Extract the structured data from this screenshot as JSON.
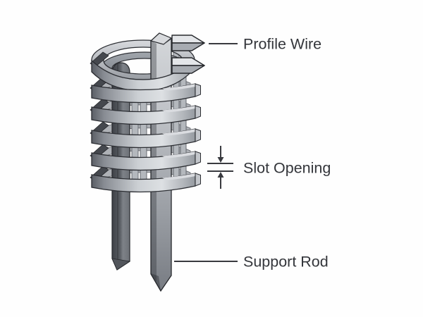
{
  "diagram": {
    "labels": {
      "profile_wire": "Profile Wire",
      "slot_opening": "Slot Opening",
      "support_rod": "Support Rod"
    },
    "style": {
      "label_text_color": "#34363b",
      "leader_line_color": "#393a3f",
      "metal_light": "#dde0e3",
      "metal_mid": "#aeb2b7",
      "metal_dark": "#54575d",
      "outline_color": "#2b2d32",
      "background": "#fefefe"
    }
  }
}
